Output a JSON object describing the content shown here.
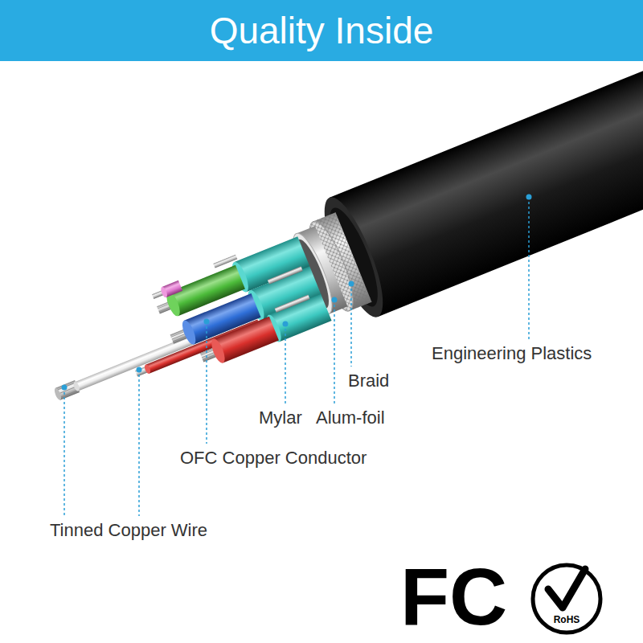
{
  "diagram": {
    "title": "Quality Inside",
    "labels": [
      "Engineering Plastics",
      "Braid",
      "Mylar",
      "Alum-foil",
      "OFC Copper Conductor",
      "Tinned Copper Wire",
      "FC",
      "RoHS"
    ]
  }
}
